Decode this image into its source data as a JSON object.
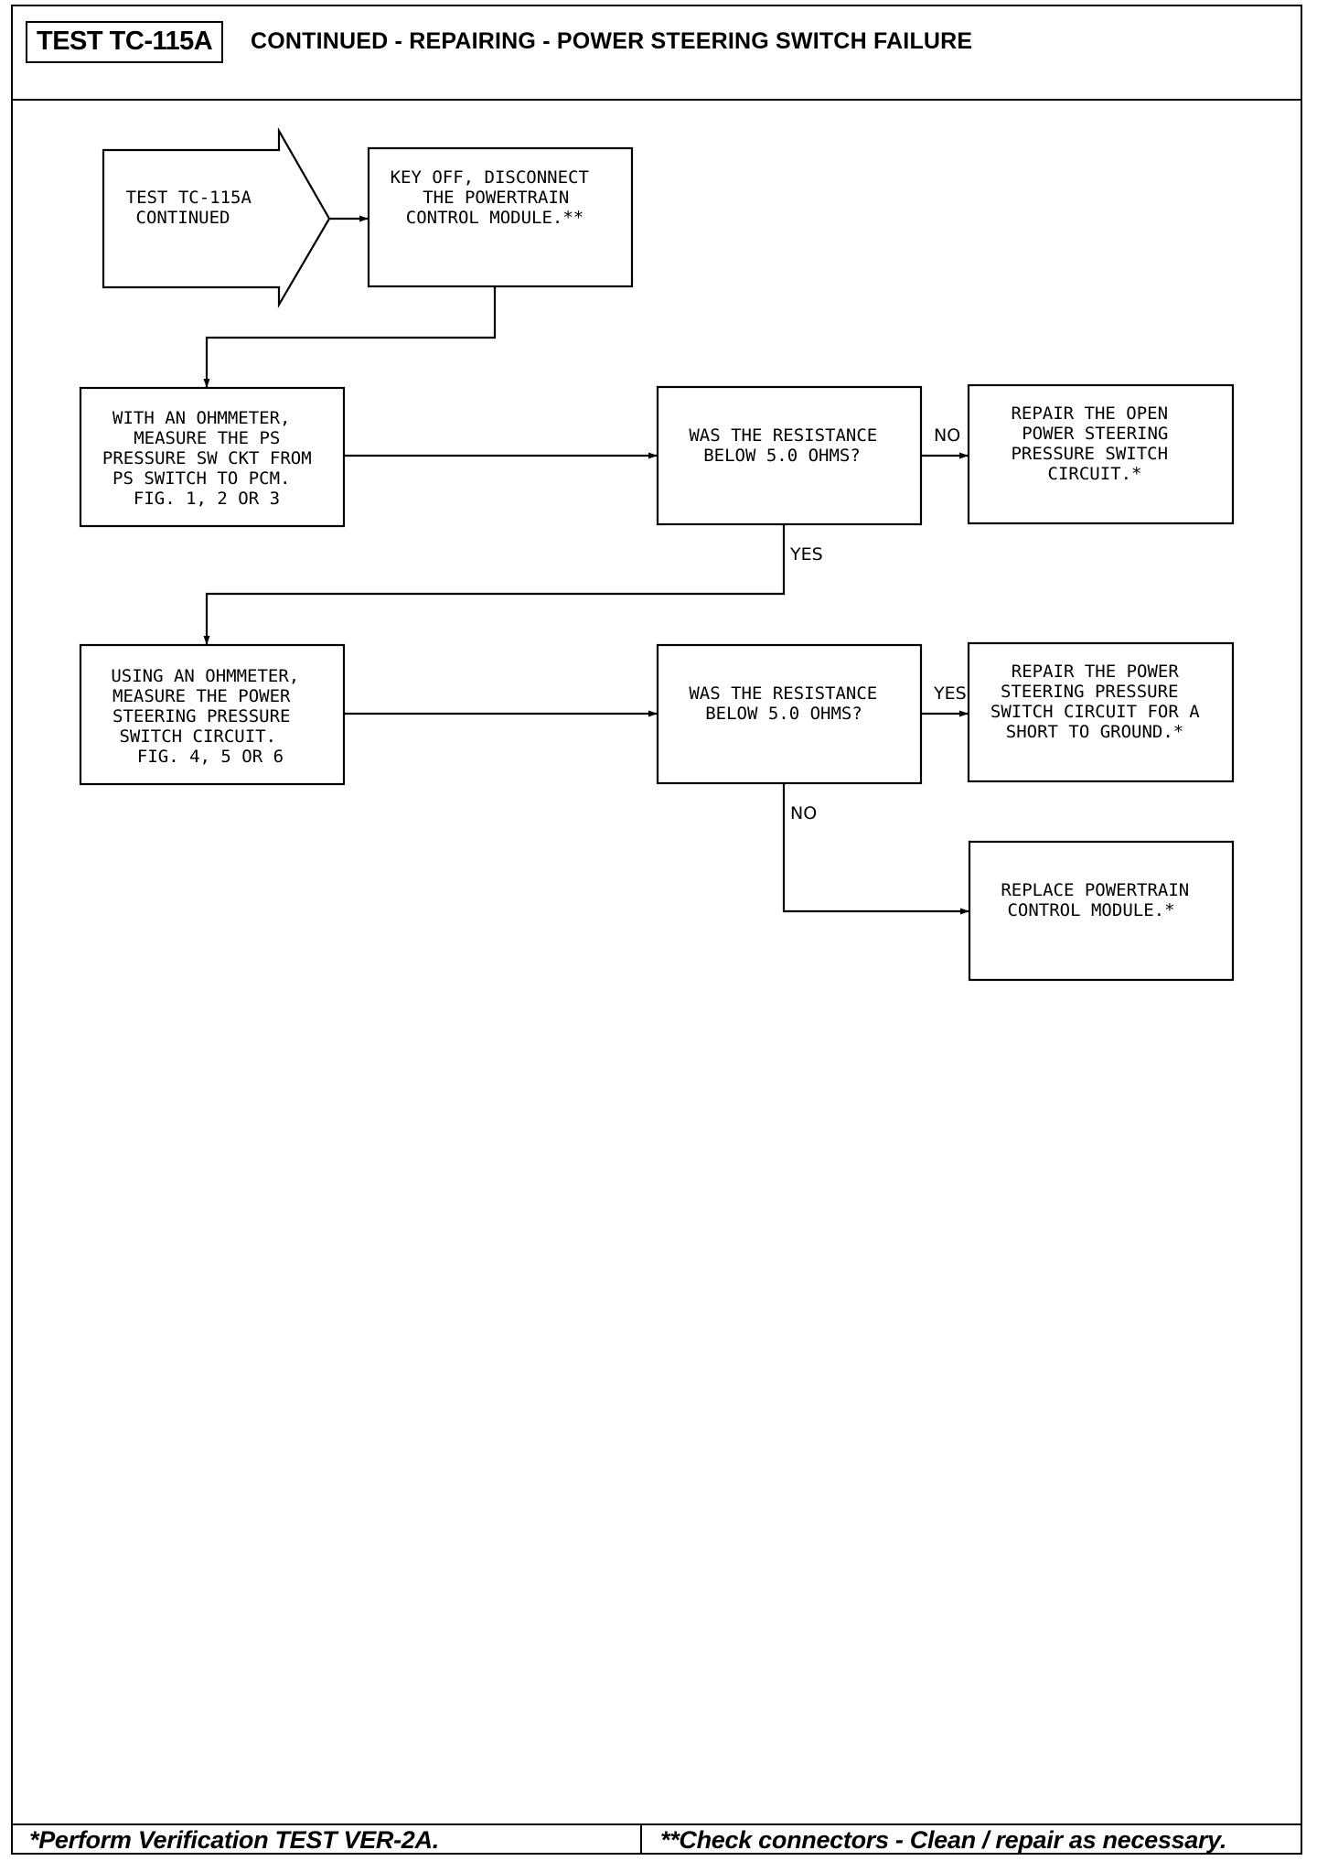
{
  "header": {
    "test_id": "TEST TC-115A",
    "title": "CONTINUED - REPAIRING - POWER STEERING SWITCH FAILURE"
  },
  "nodes": {
    "start": [
      "TEST TC-115A",
      "CONTINUED"
    ],
    "step1": [
      "KEY OFF, DISCONNECT",
      "THE POWERTRAIN",
      "CONTROL MODULE.**"
    ],
    "step2": [
      "WITH AN OHMMETER,",
      "MEASURE THE PS",
      "PRESSURE SW CKT FROM",
      "PS SWITCH TO PCM.",
      "FIG. 1, 2 OR 3"
    ],
    "decision1": [
      "WAS THE RESISTANCE",
      "BELOW 5.0 OHMS?"
    ],
    "repair_open": [
      "REPAIR THE OPEN",
      "POWER STEERING",
      "PRESSURE SWITCH",
      "CIRCUIT.*"
    ],
    "step3": [
      "USING AN OHMMETER,",
      "MEASURE THE POWER",
      "STEERING PRESSURE",
      "SWITCH CIRCUIT.",
      "FIG. 4, 5 OR 6"
    ],
    "decision2": [
      "WAS THE RESISTANCE",
      "BELOW 5.0 OHMS?"
    ],
    "repair_short": [
      "REPAIR THE POWER",
      "STEERING PRESSURE",
      "SWITCH CIRCUIT FOR A",
      "SHORT TO GROUND.*"
    ],
    "replace_pcm": [
      "REPLACE POWERTRAIN",
      "CONTROL MODULE.*"
    ]
  },
  "edge_labels": {
    "d1_no": "NO",
    "d1_yes": "YES",
    "d2_yes": "YES",
    "d2_no": "NO"
  },
  "footer": {
    "left": "*Perform Verification TEST VER-2A.",
    "right": "**Check connectors - Clean / repair as necessary."
  }
}
